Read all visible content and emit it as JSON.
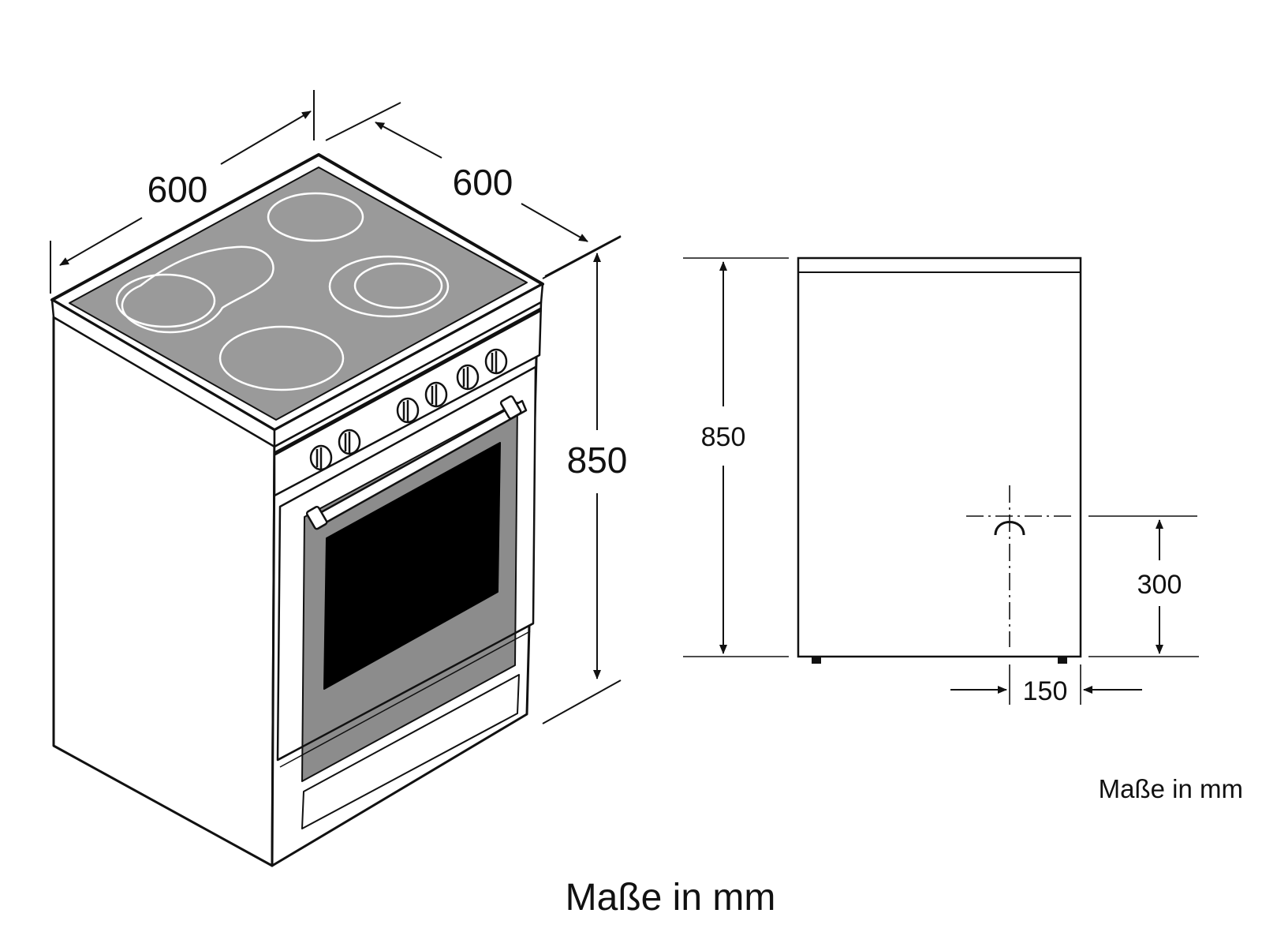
{
  "dimensions": {
    "width": "600",
    "depth": "600",
    "height": "850",
    "side_height": "850",
    "connection_height": "300",
    "connection_offset": "150"
  },
  "units_small": "Maße in mm",
  "units_caption": "Maße in mm",
  "colors": {
    "line": "#111111",
    "hob_surface": "#9a9a9a",
    "oven_frame": "#8c8c8c",
    "oven_window": "#000000",
    "background": "#ffffff"
  }
}
